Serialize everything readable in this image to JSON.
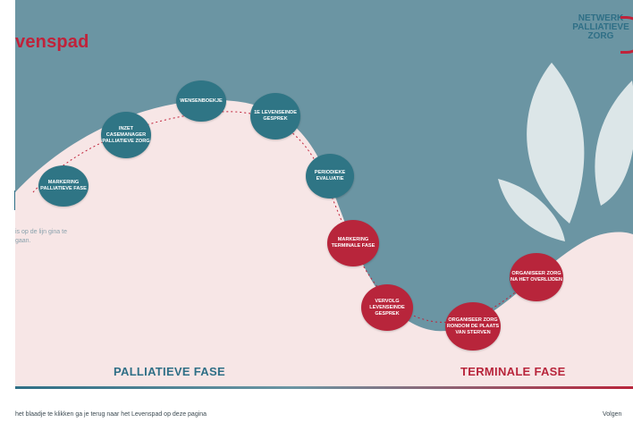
{
  "header": {
    "title": "venspad",
    "logo_lines": [
      "NETWERK",
      "PALLIATIEVE",
      "ZORG"
    ]
  },
  "hint_text": "is op de lijn gina te gaan.",
  "steps": [
    {
      "label": "Markering palliatieve fase",
      "phase": "palliatief"
    },
    {
      "label": "Inzet casemanager palliatieve zorg",
      "phase": "palliatief"
    },
    {
      "label": "Wensenboekje",
      "phase": "palliatief"
    },
    {
      "label": "1e levenseinde gesprek",
      "phase": "palliatief"
    },
    {
      "label": "Periodieke evaluatie",
      "phase": "palliatief"
    },
    {
      "label": "Markering terminale fase",
      "phase": "terminaal"
    },
    {
      "label": "Vervolg levenseinde gesprek",
      "phase": "terminaal"
    },
    {
      "label": "Organiseer zorg rondom de plaats van sterven",
      "phase": "terminaal"
    },
    {
      "label": "Organiseer zorg na het overlijden",
      "phase": "terminaal"
    }
  ],
  "phases": {
    "palliative": "PALLIATIEVE FASE",
    "terminal": "TERMINALE FASE"
  },
  "footer": {
    "instruction": "het blaadje te klikken ga je terug naar het Levenspad op deze pagina",
    "next_label": "Volgen"
  },
  "colors": {
    "background_teal": "#6b95a3",
    "node_teal": "#2f7585",
    "node_red": "#b8253b",
    "path_fill": "#f7e6e6",
    "accent_red": "#c0223a"
  }
}
